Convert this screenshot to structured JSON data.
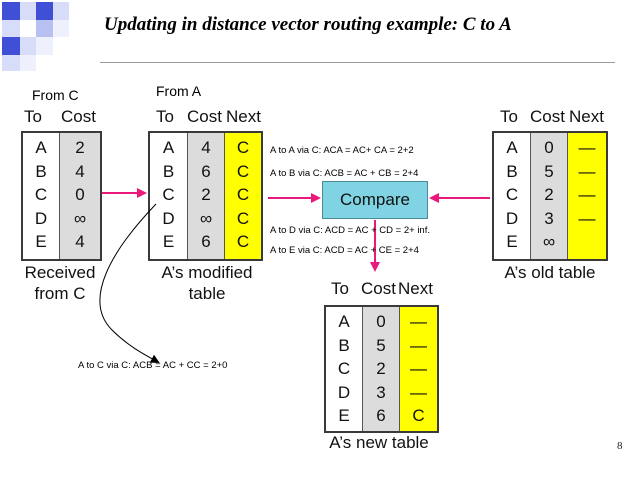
{
  "title": "Updating in distance vector routing example: C to A",
  "page_number": "8",
  "labels": {
    "from_c": "From C",
    "from_a": "From A"
  },
  "headers": {
    "to": "To",
    "cost": "Cost",
    "next": "Next"
  },
  "received": {
    "to": [
      "A",
      "B",
      "C",
      "D",
      "E"
    ],
    "cost": [
      "2",
      "4",
      "0",
      "∞",
      "4"
    ],
    "caption_line1": "Received",
    "caption_line2": "from C"
  },
  "modified": {
    "to": [
      "A",
      "B",
      "C",
      "D",
      "E"
    ],
    "cost": [
      "4",
      "6",
      "2",
      "∞",
      "6"
    ],
    "next": [
      "C",
      "C",
      "C",
      "C",
      "C"
    ],
    "caption_line1": "A’s modified",
    "caption_line2": "table"
  },
  "old": {
    "to": [
      "A",
      "B",
      "C",
      "D",
      "E"
    ],
    "cost": [
      "0",
      "5",
      "2",
      "3",
      "∞"
    ],
    "next": [
      "—",
      "—",
      "—",
      "—",
      ""
    ],
    "caption": "A’s old table"
  },
  "new": {
    "to": [
      "A",
      "B",
      "C",
      "D",
      "E"
    ],
    "cost": [
      "0",
      "5",
      "2",
      "3",
      "6"
    ],
    "next": [
      "—",
      "—",
      "—",
      "—",
      "C"
    ],
    "caption": "A’s new table"
  },
  "compare_label": "Compare",
  "notes": {
    "a_to_a": "A to A via C: ACA = AC+ CA = 2+2",
    "a_to_b": "A to B via C: ACB = AC + CB = 2+4",
    "a_to_d": "A to D via C: ACD = AC + CD = 2+ inf.",
    "a_to_e": "A to E via C: ACD = AC + CE = 2+4",
    "a_to_c": "A to C via C: ACB = AC + CC = 2+0"
  },
  "colors": {
    "arrow": "#e8197a",
    "compare_fill": "#7fd3e3",
    "next_column": "#ffff00",
    "cost_column": "#dcdcdc"
  }
}
